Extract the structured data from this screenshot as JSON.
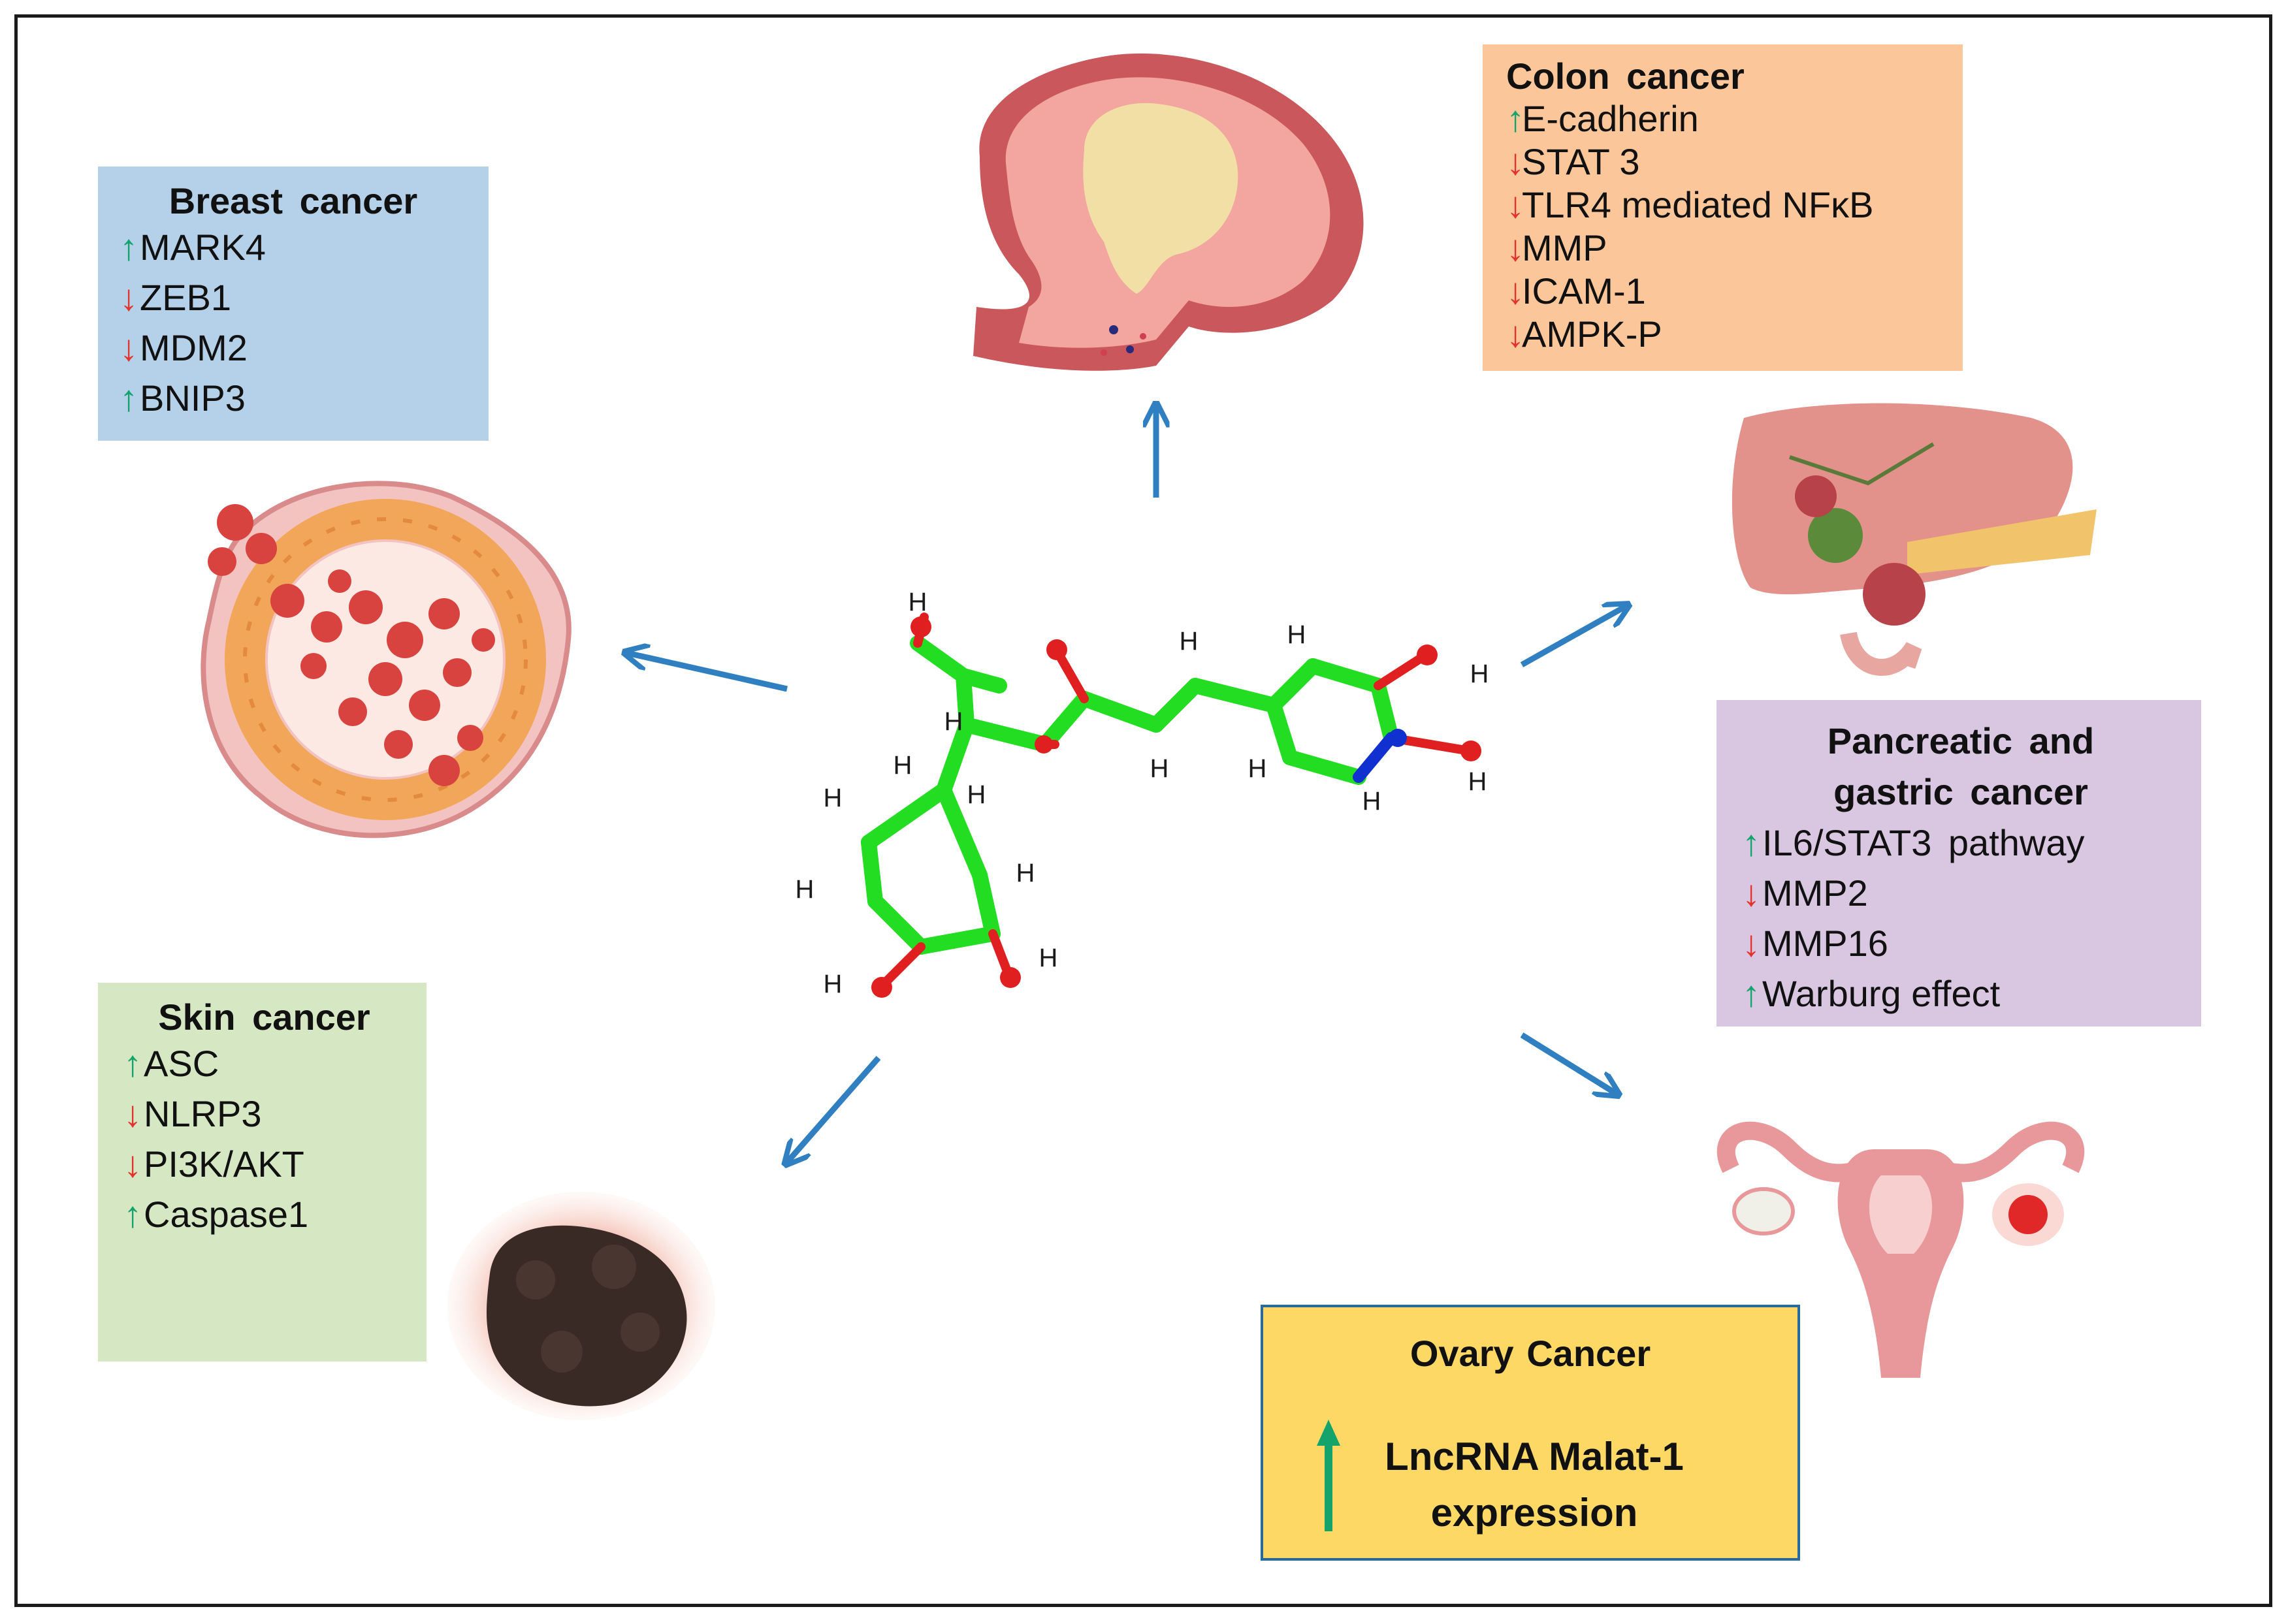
{
  "boxes": {
    "breast": {
      "title": "Breast  cancer",
      "items": [
        {
          "dir": "up",
          "label": " MARK4"
        },
        {
          "dir": "down",
          "label": "ZEB1"
        },
        {
          "dir": "down",
          "label": "MDM2"
        },
        {
          "dir": "up",
          "label": "BNIP3"
        }
      ]
    },
    "colon": {
      "title": "Colon cancer",
      "items": [
        {
          "dir": "up",
          "label": "E-cadherin"
        },
        {
          "dir": "down",
          "label": "STAT 3"
        },
        {
          "dir": "down",
          "label": " TLR4 mediated NFκB"
        },
        {
          "dir": "down",
          "label": " MMP"
        },
        {
          "dir": "down",
          "label": " ICAM-1"
        },
        {
          "dir": "down",
          "label": " AMPK-P"
        }
      ]
    },
    "skin": {
      "title": "Skin  cancer",
      "items": [
        {
          "dir": "up",
          "label": " ASC"
        },
        {
          "dir": "down",
          "label": "NLRP3"
        },
        {
          "dir": "down",
          "label": "PI3K/AKT"
        },
        {
          "dir": "up",
          "label": "Caspase1"
        }
      ]
    },
    "pancreatic": {
      "title_line1": "Pancreatic  and",
      "title_line2": "gastric cancer",
      "items": [
        {
          "dir": "up",
          "label": " IL6/STAT3  pathway"
        },
        {
          "dir": "down",
          "label": "MMP2"
        },
        {
          "dir": "down",
          "label": "MMP16"
        },
        {
          "dir": "up",
          "label": "Warburg effect"
        }
      ]
    },
    "ovary": {
      "title": "Ovary Cancer",
      "body_line1": "LncRNA Malat-1",
      "body_line2": "expression"
    }
  },
  "arrow_glyphs": {
    "up": "↑",
    "down": "↓"
  },
  "colors": {
    "up_arrow": "#13a36b",
    "down_arrow": "#e3332d",
    "connector_arrow": "#2f7fc1",
    "breast_box": "#b5d0e9",
    "colon_box": "#fbc699",
    "skin_box": "#d6e7c3",
    "pancreatic_box": "#d9c7e2",
    "ovary_box": "#fdd865",
    "bond": "#22dd22",
    "oxygen": "#e02020",
    "nitrogen": "#1030d0"
  },
  "molecule": {
    "atom_label": "H"
  },
  "illustrations": [
    "brain-colon-tumor-icon",
    "breast-tumor-icon",
    "liver-pancreas-tumor-icon",
    "skin-melanoma-icon",
    "uterus-ovary-tumor-icon"
  ]
}
